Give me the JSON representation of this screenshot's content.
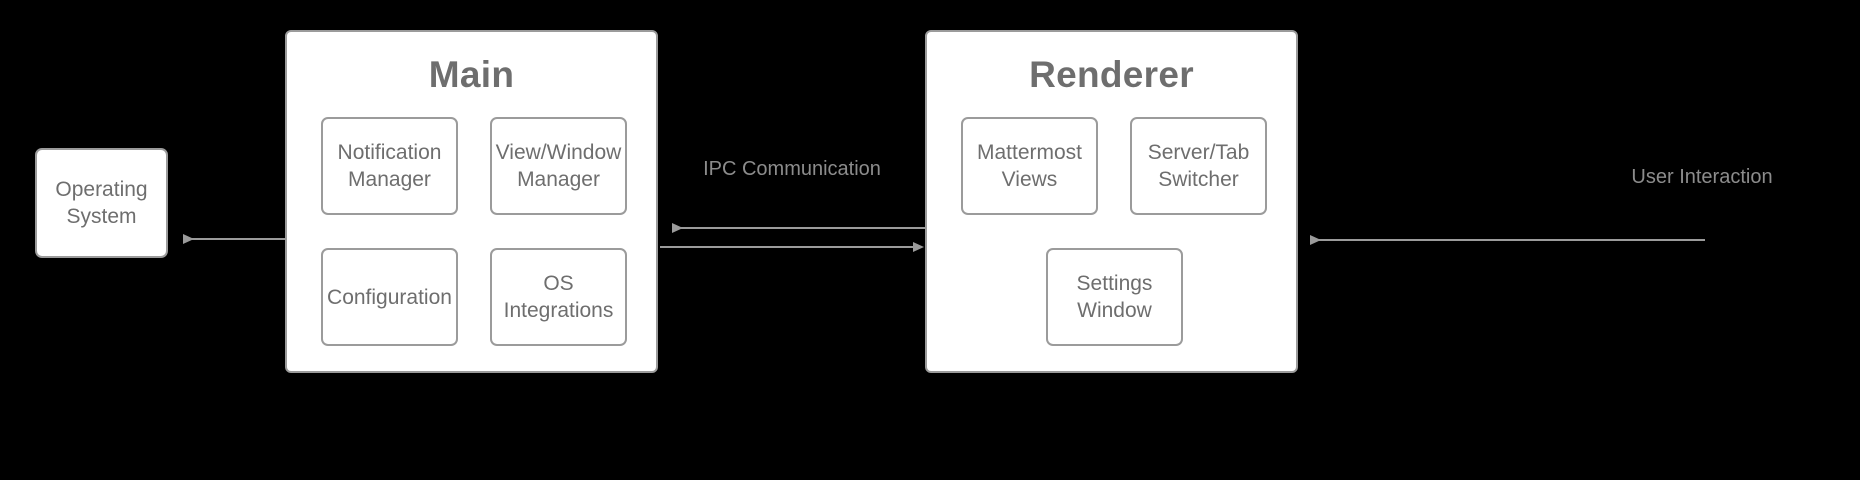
{
  "diagram": {
    "title_hidden": "",
    "background_color": "#000000",
    "box_fill": "#ffffff",
    "box_border": "#9b9b9b",
    "text_color": "#6e6e6e",
    "arrow_color": "#9b9b9b"
  },
  "os": {
    "label": "Operating\nSystem",
    "line1": "Operating",
    "line2": "System"
  },
  "main_panel": {
    "title": "Main",
    "boxes": [
      {
        "line1": "Notification",
        "line2": "Manager"
      },
      {
        "line1": "View/Window",
        "line2": "Manager"
      },
      {
        "line1": "Configuration",
        "line2": ""
      },
      {
        "line1": "OS",
        "line2": "Integrations"
      }
    ]
  },
  "renderer_panel": {
    "title": "Renderer",
    "boxes": [
      {
        "line1": "Mattermost",
        "line2": "Views"
      },
      {
        "line1": "Server/Tab",
        "line2": "Switcher"
      },
      {
        "line1": "Settings",
        "line2": "Window"
      }
    ]
  },
  "connections": {
    "ipc_label": "IPC Communication",
    "user_label": "User Interaction",
    "os_label": ""
  }
}
